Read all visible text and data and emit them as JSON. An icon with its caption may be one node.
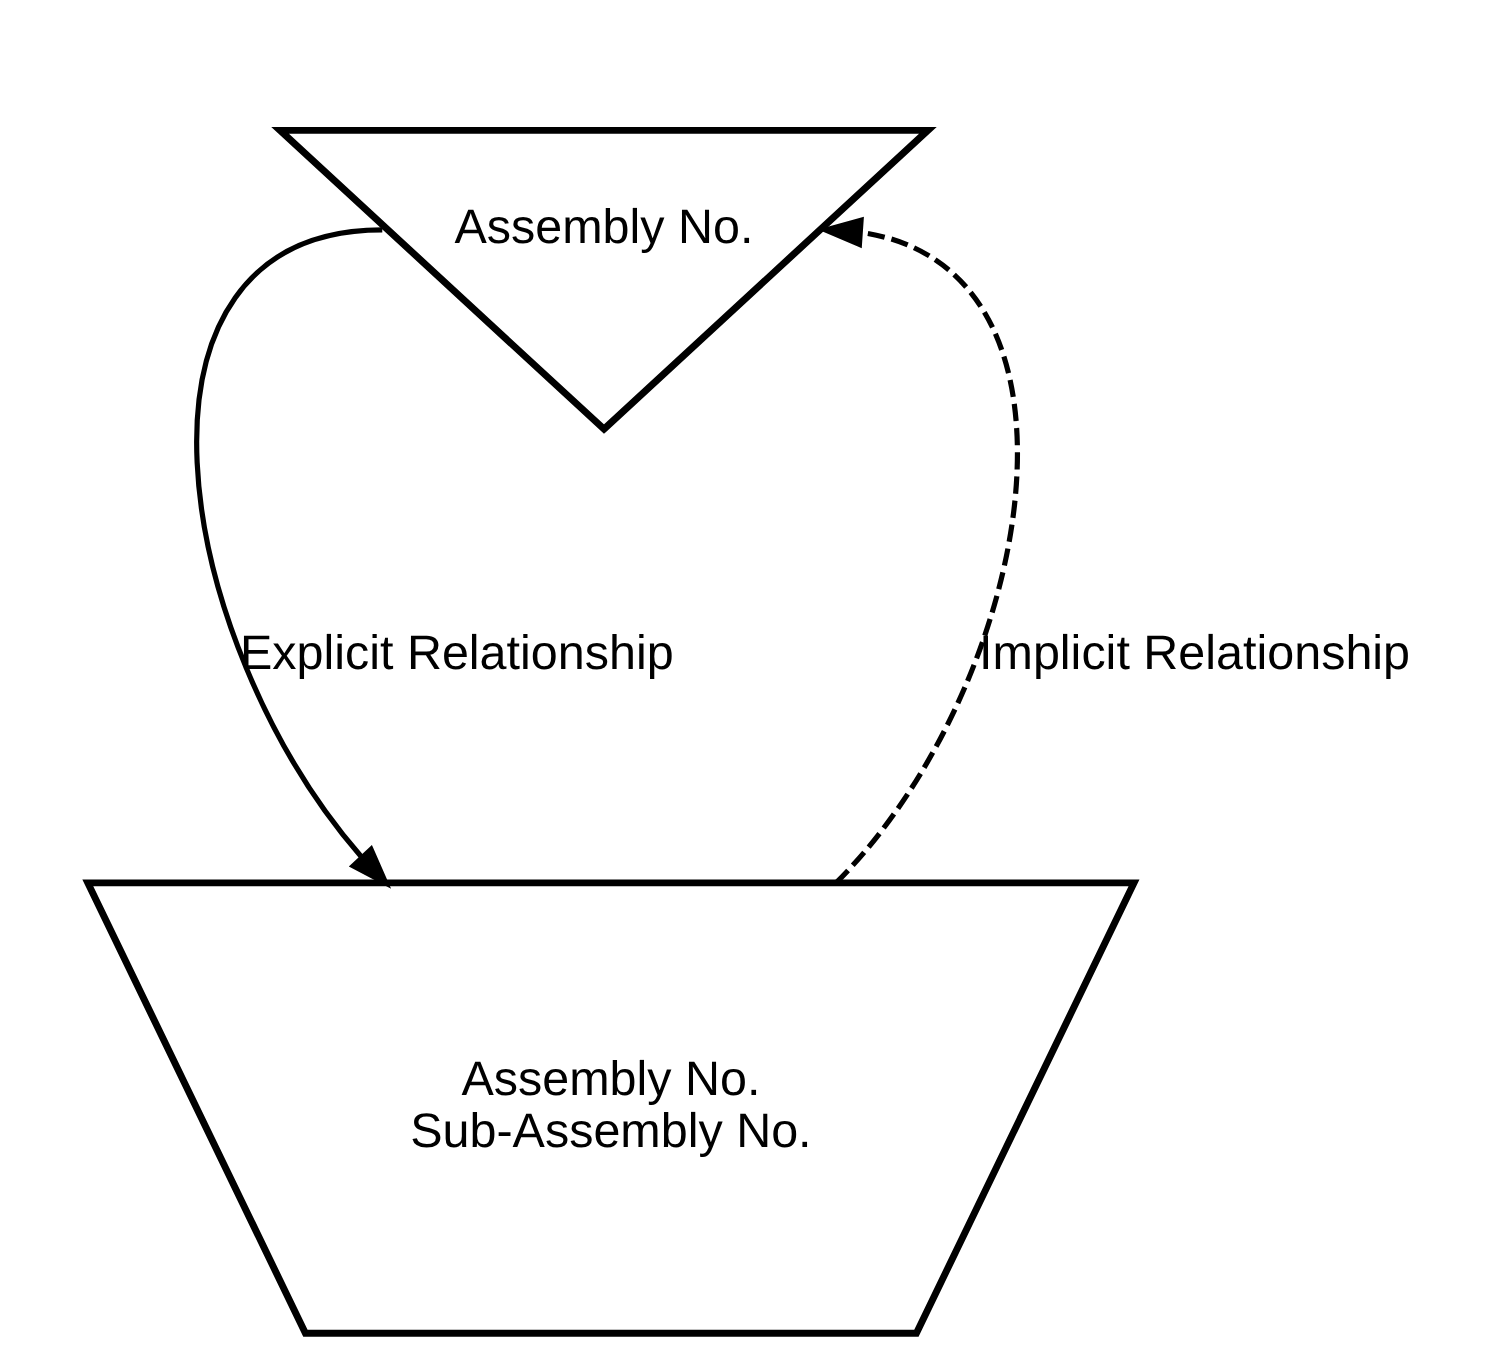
{
  "diagram": {
    "nodes": [
      {
        "text": [
          "Assembly No."
        ]
      },
      {
        "text": [
          "Assembly No.",
          "Sub-Assembly No."
        ]
      }
    ],
    "edges": [
      {
        "from": 0,
        "to": 1,
        "arrow": "to",
        "label": "Explicit Relationship"
      },
      {
        "from": 1,
        "to": 0,
        "arrow": "to",
        "label": "Implicit Relationship",
        "style": "dashed"
      }
    ]
  }
}
